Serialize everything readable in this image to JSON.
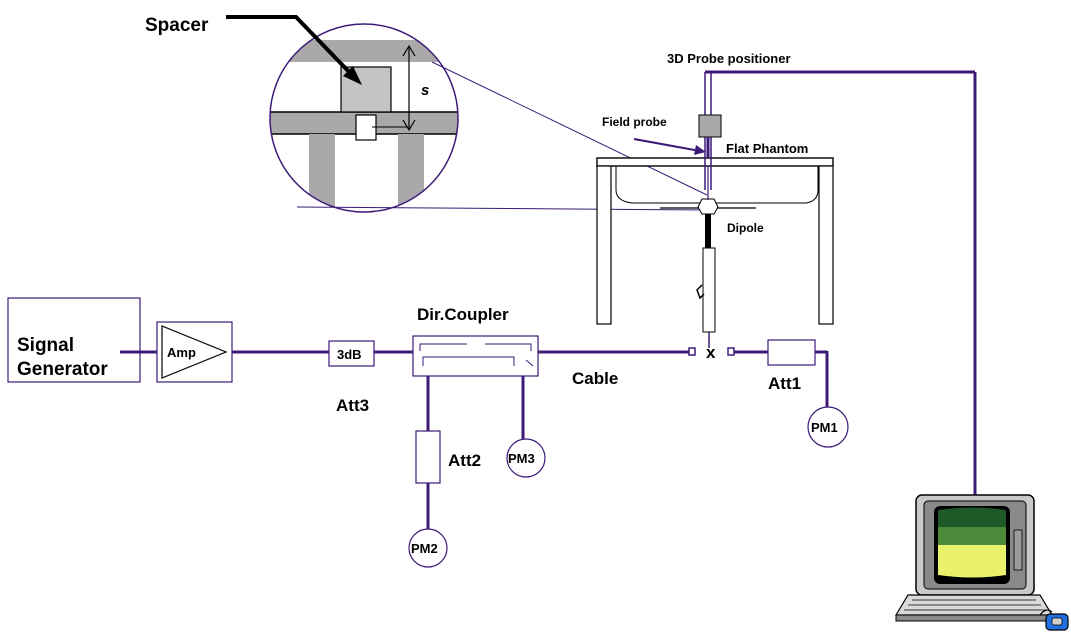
{
  "labels": {
    "spacer": "Spacer",
    "s": "s",
    "probe_positioner": "3D Probe positioner",
    "field_probe": "Field probe",
    "flat_phantom": "Flat Phantom",
    "dipole": "Dipole",
    "signal_line1": "Signal",
    "signal_line2": "Generator",
    "amp": "Amp",
    "att_3db": "3dB",
    "att3": "Att3",
    "dir_coupler": "Dir.Coupler",
    "cable": "Cable",
    "x_mark": "x",
    "att1": "Att1",
    "att2": "Att2",
    "pm1": "PM1",
    "pm2": "PM2",
    "pm3": "PM3"
  },
  "colors": {
    "line": "#3b1a78",
    "shade": "#a9a9a9",
    "monitor_green_dark": "#1e5a28",
    "monitor_green": "#4e8a3a",
    "monitor_yellow": "#e9f26a"
  },
  "icons": [
    "computer-icon",
    "mouse-icon",
    "dipole-antenna-icon",
    "field-probe-icon"
  ]
}
